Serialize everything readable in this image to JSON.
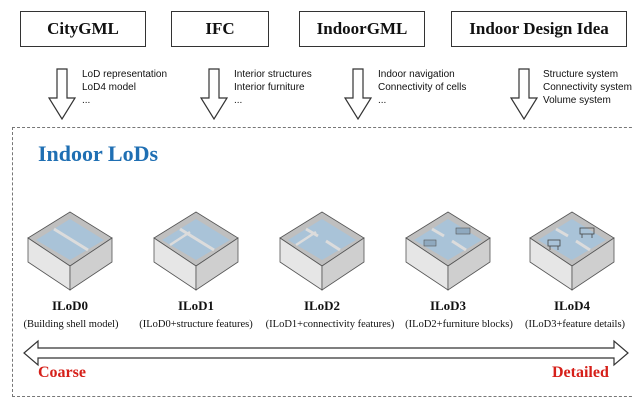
{
  "sources": [
    {
      "label": "CityGML",
      "notes": [
        "LoD representation",
        "LoD4 model",
        "..."
      ]
    },
    {
      "label": "IFC",
      "notes": [
        "Interior structures",
        "Interior furniture",
        "..."
      ]
    },
    {
      "label": "IndoorGML",
      "notes": [
        "Indoor navigation",
        "Connectivity of cells",
        "..."
      ]
    },
    {
      "label": "Indoor Design Idea",
      "notes": [
        "Structure system",
        "Connectivity system",
        "Volume system"
      ]
    }
  ],
  "panel": {
    "title": "Indoor LoDs"
  },
  "lods": [
    {
      "name": "ILoD0",
      "desc": "(Building shell model)"
    },
    {
      "name": "ILoD1",
      "desc": "(ILoD0+structure features)"
    },
    {
      "name": "ILoD2",
      "desc": "(ILoD1+connectivity features)"
    },
    {
      "name": "ILoD3",
      "desc": "(ILoD2+furniture blocks)"
    },
    {
      "name": "ILoD4",
      "desc": "(ILoD3+feature details)"
    }
  ],
  "axis": {
    "left_label": "Coarse",
    "right_label": "Detailed"
  },
  "colors": {
    "title": "#1f6fb3",
    "axis_labels": "#d6201a",
    "floor": "#a9c3d8",
    "wall": "#d9d9d9"
  }
}
